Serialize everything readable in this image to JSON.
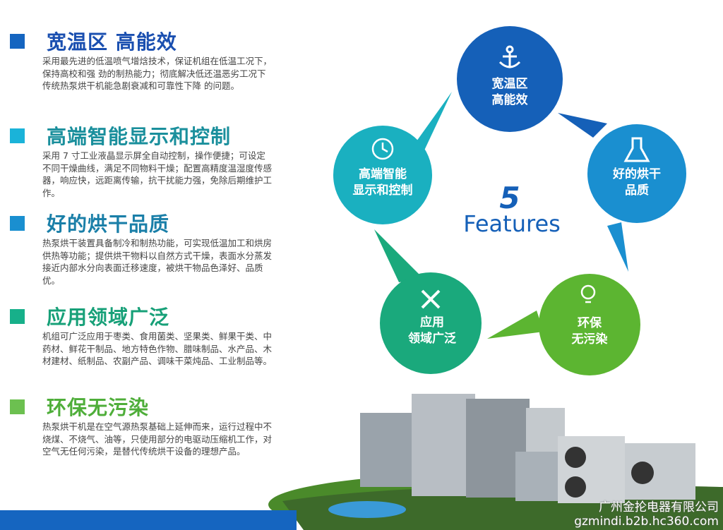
{
  "sections": [
    {
      "title": "宽温区 高能效",
      "color": "#1565c0",
      "text": "采用最先进的低温喷气增焓技术，保证机组在低温工况下，保持高校和强 劲的制热能力；彻底解决低还温恶劣工况下传统热泵烘干机能急剧衰减和可靠性下降 的问题。"
    },
    {
      "title": "高端智能显示和控制",
      "color": "#1ab3c9",
      "text": "采用 7 寸工业液晶显示屏全自动控制，操作便捷；可设定不同干燥曲线，满足不同物料干燥；配置高精度温湿度传感器，响应快，远距离传输，抗干扰能力强，免除后期维护工作。"
    },
    {
      "title": "好的烘干品质",
      "color": "#1a8fd0",
      "text": "热泵烘干装置具备制冷和制热功能，可实现低温加工和烘房供热等功能；提供烘干物料以自然方式干燥，表面水分蒸发接近内部水分向表面迁移速度，被烘干物品色泽好、品质优。"
    },
    {
      "title": "应用领域广泛",
      "color": "#17a98a",
      "text": "机组可广泛应用于枣类、食用菌类、坚果类、鲜果干类、中药材、鲜花干制品、地方特色作物、腊味制品、水产品、木材建材、纸制品、农副产品、调味干菜炖品、工业制品等。"
    },
    {
      "title": "环保无污染",
      "color": "#5cb531",
      "text": "热泵烘干机是在空气源热泵基础上延伸而来，运行过程中不烧煤、不烧气、油等，只使用部分的电驱动压缩机工作，对空气无任何污染，是替代传统烘干设备的理想产品。"
    }
  ],
  "diagram": {
    "number": "5",
    "label": "Features",
    "nodes": [
      {
        "line1": "宽温区",
        "line2": "高能效",
        "icon": "anchor-icon",
        "color": "#1560b8"
      },
      {
        "line1": "好的烘干",
        "line2": "品质",
        "icon": "flask-icon",
        "color": "#1a8fd0"
      },
      {
        "line1": "环保",
        "line2": "无污染",
        "icon": "lightbulb-icon",
        "color": "#5cb531"
      },
      {
        "line1": "应用",
        "line2": "领域广泛",
        "icon": "tools-icon",
        "color": "#1aa97c"
      },
      {
        "line1": "高端智能",
        "line2": "显示和控制",
        "icon": "clock-icon",
        "color": "#1ab0c0"
      }
    ]
  },
  "watermark": {
    "company": "广州金抡电器有限公司",
    "url": "gzmindi.b2b.hc360.com"
  }
}
